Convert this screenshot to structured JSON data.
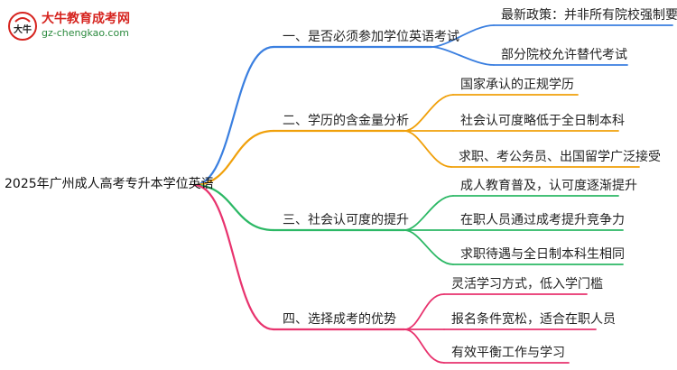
{
  "logo": {
    "name": "大牛教育成考网",
    "url": "gz-chengkao.com",
    "mark_text": "大牛"
  },
  "mindmap": {
    "root": "2025年广州成人高考专升本学位英语",
    "branches": [
      {
        "label": "一、是否必须参加学位英语考试",
        "color": "#3a7fe0",
        "children": [
          "最新政策：并非所有院校强制要求",
          "部分院校允许替代考试"
        ]
      },
      {
        "label": "二、学历的含金量分析",
        "color": "#f0a00a",
        "children": [
          "国家承认的正规学历",
          "社会认可度略低于全日制本科",
          "求职、考公务员、出国留学广泛接受"
        ]
      },
      {
        "label": "三、社会认可度的提升",
        "color": "#2cb865",
        "children": [
          "成人教育普及，认可度逐渐提升",
          "在职人员通过成考提升竞争力",
          "求职待遇与全日制本科生相同"
        ]
      },
      {
        "label": "四、选择成考的优势",
        "color": "#e8336e",
        "children": [
          "灵活学习方式，低入学门槛",
          "报名条件宽松，适合在职人员",
          "有效平衡工作与学习"
        ]
      }
    ]
  }
}
